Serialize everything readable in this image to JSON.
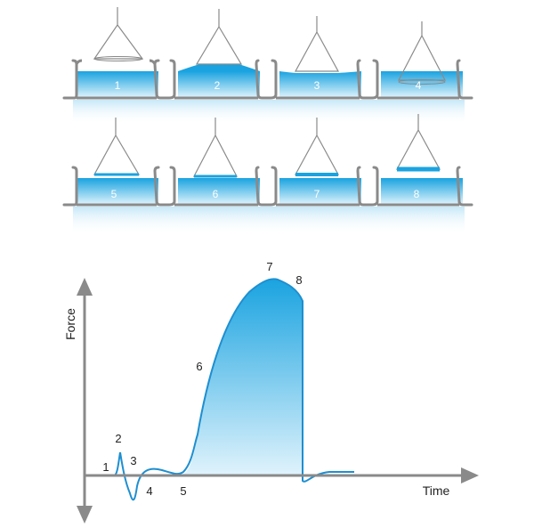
{
  "colors": {
    "liquid_top": "#1aa3e0",
    "liquid_bottom": "#d6f0fb",
    "container": "#8a8a8a",
    "curve": "#1e8fd0",
    "axis": "#8a8a8a"
  },
  "steps": [
    {
      "label": "1",
      "contact": 0.0
    },
    {
      "label": "2",
      "contact": 0.1
    },
    {
      "label": "3",
      "contact": 0.2
    },
    {
      "label": "4",
      "contact": 0.25
    },
    {
      "label": "5",
      "contact": 0.0
    },
    {
      "label": "6",
      "contact": 0.25
    },
    {
      "label": "7",
      "contact": 0.35
    },
    {
      "label": "8",
      "contact": 0.45
    }
  ],
  "chart": {
    "y_axis_label": "Force",
    "x_axis_label": "Time",
    "point_labels": [
      "1",
      "2",
      "3",
      "4",
      "5",
      "6",
      "7",
      "8"
    ]
  }
}
